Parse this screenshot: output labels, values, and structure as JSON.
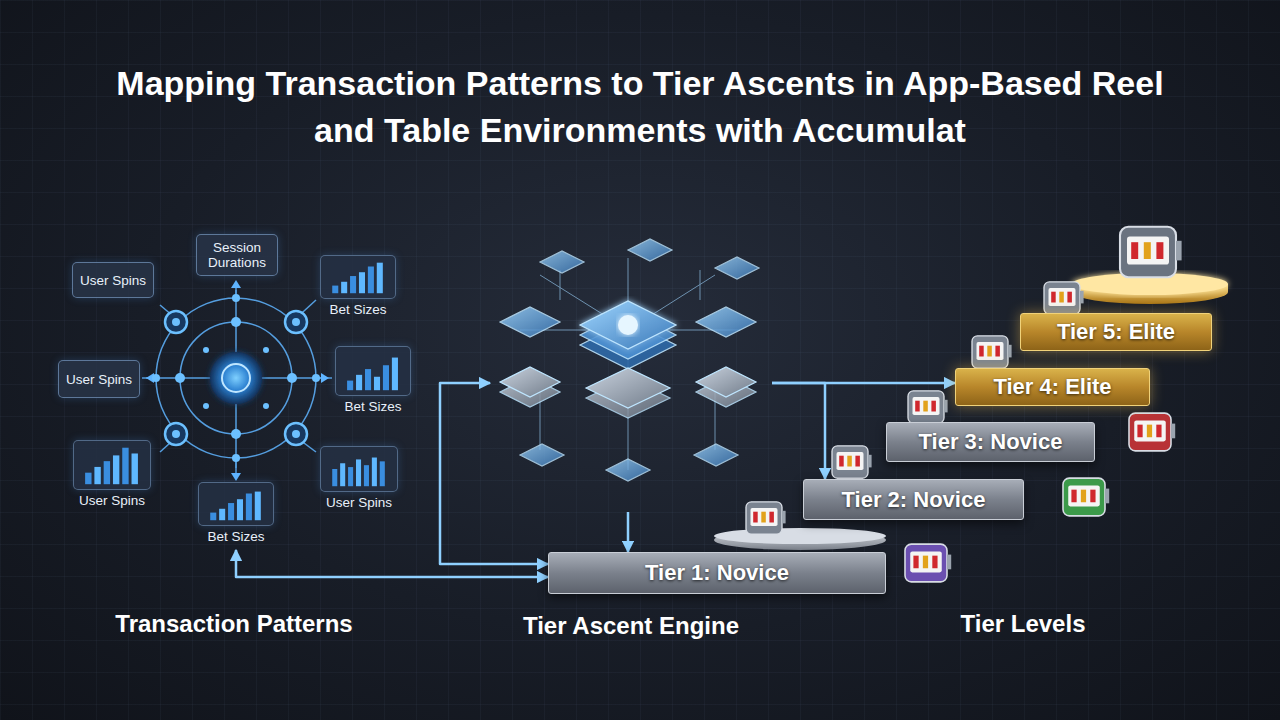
{
  "diagram": {
    "title": "Mapping Transaction Patterns to Tier Ascents in App-Based Reel and Table Environments with Accumulat",
    "nodes": [
      {
        "text": [
          "Session Durations"
        ]
      },
      {
        "text": [
          "User Spins"
        ]
      },
      {
        "text": [
          "Bet Sizes"
        ]
      },
      {
        "text": [
          "User Spins"
        ]
      },
      {
        "text": [
          "Bet Sizes"
        ]
      },
      {
        "text": [
          "User Spins"
        ]
      },
      {
        "text": [
          "Bet Sizes"
        ]
      },
      {
        "text": [
          "User Spins"
        ]
      },
      {
        "text": [
          "Tier Ascent Engine"
        ]
      },
      {
        "text": [
          "Tier 5: Elite"
        ]
      },
      {
        "text": [
          "Tier 4: Elite"
        ]
      },
      {
        "text": [
          "Tier 3: Novice"
        ]
      },
      {
        "text": [
          "Tier 2: Novice"
        ]
      },
      {
        "text": [
          "Tier 1: Novice"
        ]
      }
    ],
    "edges": [
      {
        "from": 6,
        "to": 13,
        "arrow": "both"
      },
      {
        "from": 8,
        "to": 10,
        "arrow": "to"
      },
      {
        "from": 8,
        "to": 13,
        "arrow": "to"
      },
      {
        "from": 8,
        "to": 12,
        "arrow": "to"
      },
      {
        "from": 13,
        "to": 8,
        "arrow": "both"
      }
    ],
    "labels": [
      "Transaction Patterns",
      "Tier Levels"
    ]
  }
}
